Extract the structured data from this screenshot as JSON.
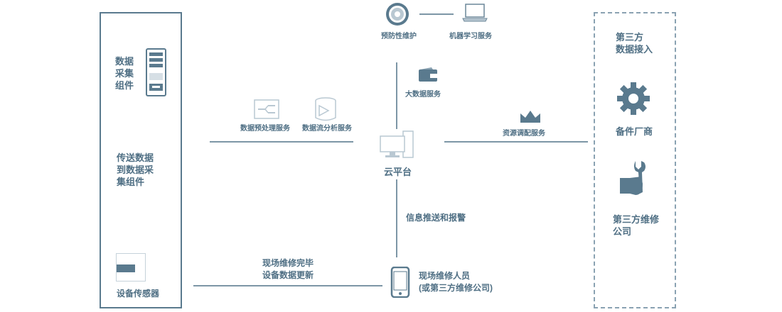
{
  "left_panel": {
    "collector_label": "数据\n采集\n组件",
    "transfer_label": "传送数据\n到数据采\n集组件",
    "sensor_label": "设备传感器"
  },
  "top": {
    "predictive_label": "预防性维护",
    "ml_label": "机器学习服务",
    "bigdata_label": "大数据服务"
  },
  "middle": {
    "preprocess_label": "数据预处理服务",
    "stream_label": "数据流分析服务",
    "cloud_label": "云平台",
    "resource_label": "资源调配服务",
    "alert_label": "信息推送和报警",
    "field_update_label": "现场维修完毕\n设备数据更新",
    "field_person_label": "现场维修人员\n(或第三方维修公司)"
  },
  "right_panel": {
    "third_party_label": "第三方\n数据接入",
    "parts_label": "备件厂商",
    "repair_label": "第三方维修\n公司"
  },
  "icons": [
    "server-tower-icon",
    "sensor-device-icon",
    "lifebuoy-icon",
    "laptop-icon",
    "wallet-icon",
    "preprocess-icon",
    "database-flow-icon",
    "desktop-computer-icon",
    "crown-icon",
    "gear-icon",
    "wrench-hand-icon",
    "smartphone-icon"
  ],
  "colors": {
    "primary": "#5a7a8e",
    "line": "#7d96a6",
    "icon_light": "#b9c8d2"
  }
}
